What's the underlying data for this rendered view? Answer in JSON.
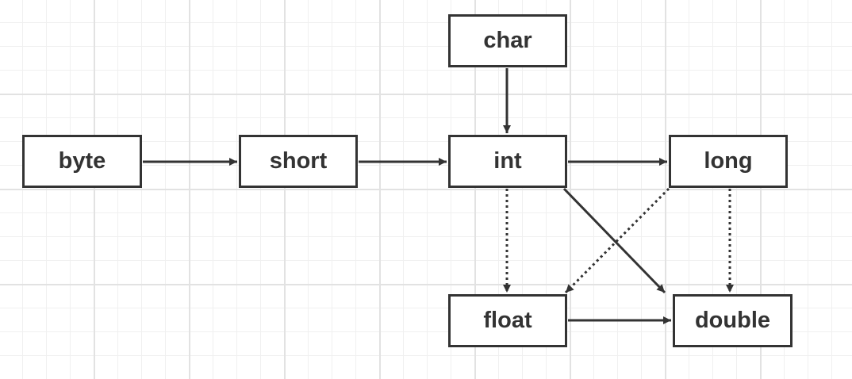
{
  "diagram": {
    "nodes": [
      {
        "id": "byte",
        "label": "byte"
      },
      {
        "id": "short",
        "label": "short"
      },
      {
        "id": "char",
        "label": "char"
      },
      {
        "id": "int",
        "label": "int"
      },
      {
        "id": "long",
        "label": "long"
      },
      {
        "id": "float",
        "label": "float"
      },
      {
        "id": "double",
        "label": "double"
      }
    ],
    "edges": [
      {
        "from": "byte",
        "to": "short",
        "style": "solid"
      },
      {
        "from": "short",
        "to": "int",
        "style": "solid"
      },
      {
        "from": "char",
        "to": "int",
        "style": "solid"
      },
      {
        "from": "int",
        "to": "long",
        "style": "solid"
      },
      {
        "from": "int",
        "to": "float",
        "style": "dotted"
      },
      {
        "from": "int",
        "to": "double",
        "style": "solid"
      },
      {
        "from": "long",
        "to": "float",
        "style": "dotted"
      },
      {
        "from": "long",
        "to": "double",
        "style": "dotted"
      },
      {
        "from": "float",
        "to": "double",
        "style": "solid"
      }
    ],
    "colors": {
      "stroke": "#333333",
      "text": "#333333",
      "grid_major": "#e2e2e2",
      "grid_minor": "#f0f0f0"
    }
  }
}
